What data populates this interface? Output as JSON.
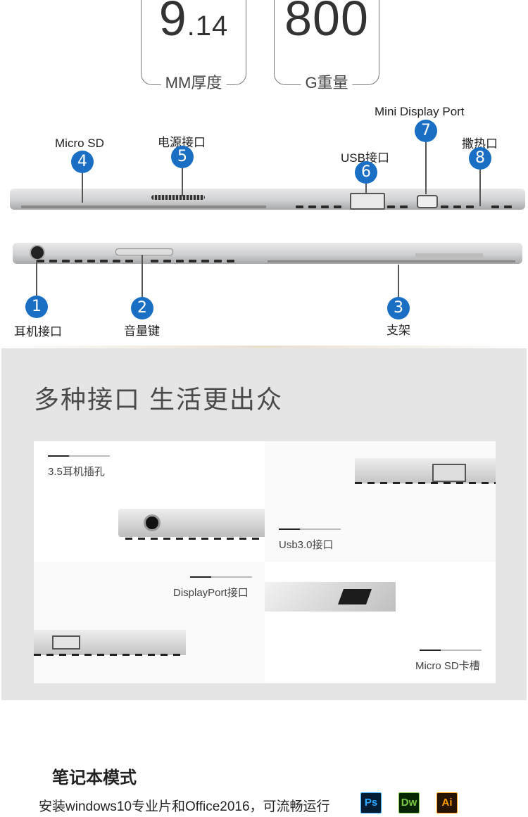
{
  "specs": {
    "thickness": {
      "value": "9",
      "decimal": ".14",
      "label": "MM厚度"
    },
    "weight": {
      "value": "800",
      "label": "G重量"
    }
  },
  "ports_top": [
    {
      "num": "4",
      "label": "Micro SD"
    },
    {
      "num": "5",
      "label": "电源接口"
    },
    {
      "num": "6",
      "label": "USB接口"
    },
    {
      "num": "7",
      "label": "Mini Display Port"
    },
    {
      "num": "8",
      "label": "撒热口"
    }
  ],
  "ports_bottom": [
    {
      "num": "1",
      "label": "耳机接口"
    },
    {
      "num": "2",
      "label": "音量键"
    },
    {
      "num": "3",
      "label": "支架"
    }
  ],
  "section": {
    "title": "多种接口  生活更出众",
    "tiles": [
      {
        "caption": "3.5耳机插孔"
      },
      {
        "caption": "Usb3.0接口"
      },
      {
        "caption": "DisplayPort接口"
      },
      {
        "caption": "Micro SD卡槽"
      }
    ]
  },
  "laptop_mode": {
    "title": "笔记本模式",
    "description": "安装windows10专业片和Office2016，可流畅运行",
    "apps": [
      {
        "label": "Ps",
        "icon": "photoshop-icon",
        "bg": "#001d34",
        "fg": "#31a8ff"
      },
      {
        "label": "Dw",
        "icon": "dreamweaver-icon",
        "bg": "#072401",
        "fg": "#7ac943"
      },
      {
        "label": "Ai",
        "icon": "illustrator-icon",
        "bg": "#261300",
        "fg": "#ff9a00"
      }
    ]
  }
}
